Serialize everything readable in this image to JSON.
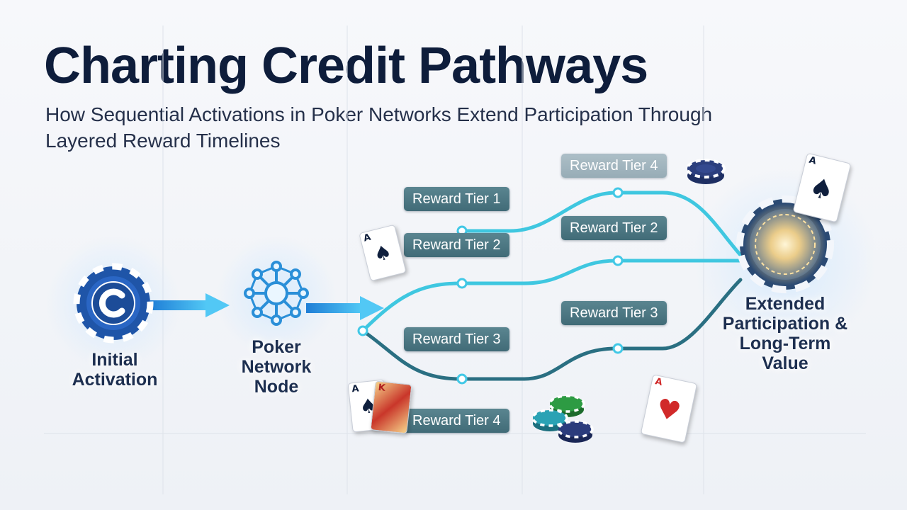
{
  "title": "Charting Credit Pathways",
  "subtitle": "How Sequential Activations in Poker Networks Extend Participation Through Layered Reward Timelines",
  "nodes": {
    "start": "Initial Activation",
    "network": "Poker Network Node",
    "end": "Extended Participation & Long-Term Value"
  },
  "tiers": {
    "upper_top": "Reward Tier 4",
    "upper_left_1": "Reward Tier 1",
    "upper_left_2": "Reward Tier 2",
    "upper_right_2": "Reward Tier 2",
    "lower_right_3": "Reward Tier 3",
    "lower_left_3": "Reward Tier 3",
    "lower_left_4": "Reward Tier 4"
  },
  "icons": {
    "start": "credit-chip-icon",
    "network": "network-node-icon",
    "end": "glowing-chip-icon"
  },
  "colors": {
    "title": "#0e1d3b",
    "arrow": "#3fb2ec",
    "path_cyan": "#3fc7e0",
    "path_teal": "#2a6f82",
    "pill": "#4b7682"
  },
  "cards": {
    "ace_rank": "A",
    "king_rank": "K",
    "spade": "♠",
    "heart": "♥"
  }
}
